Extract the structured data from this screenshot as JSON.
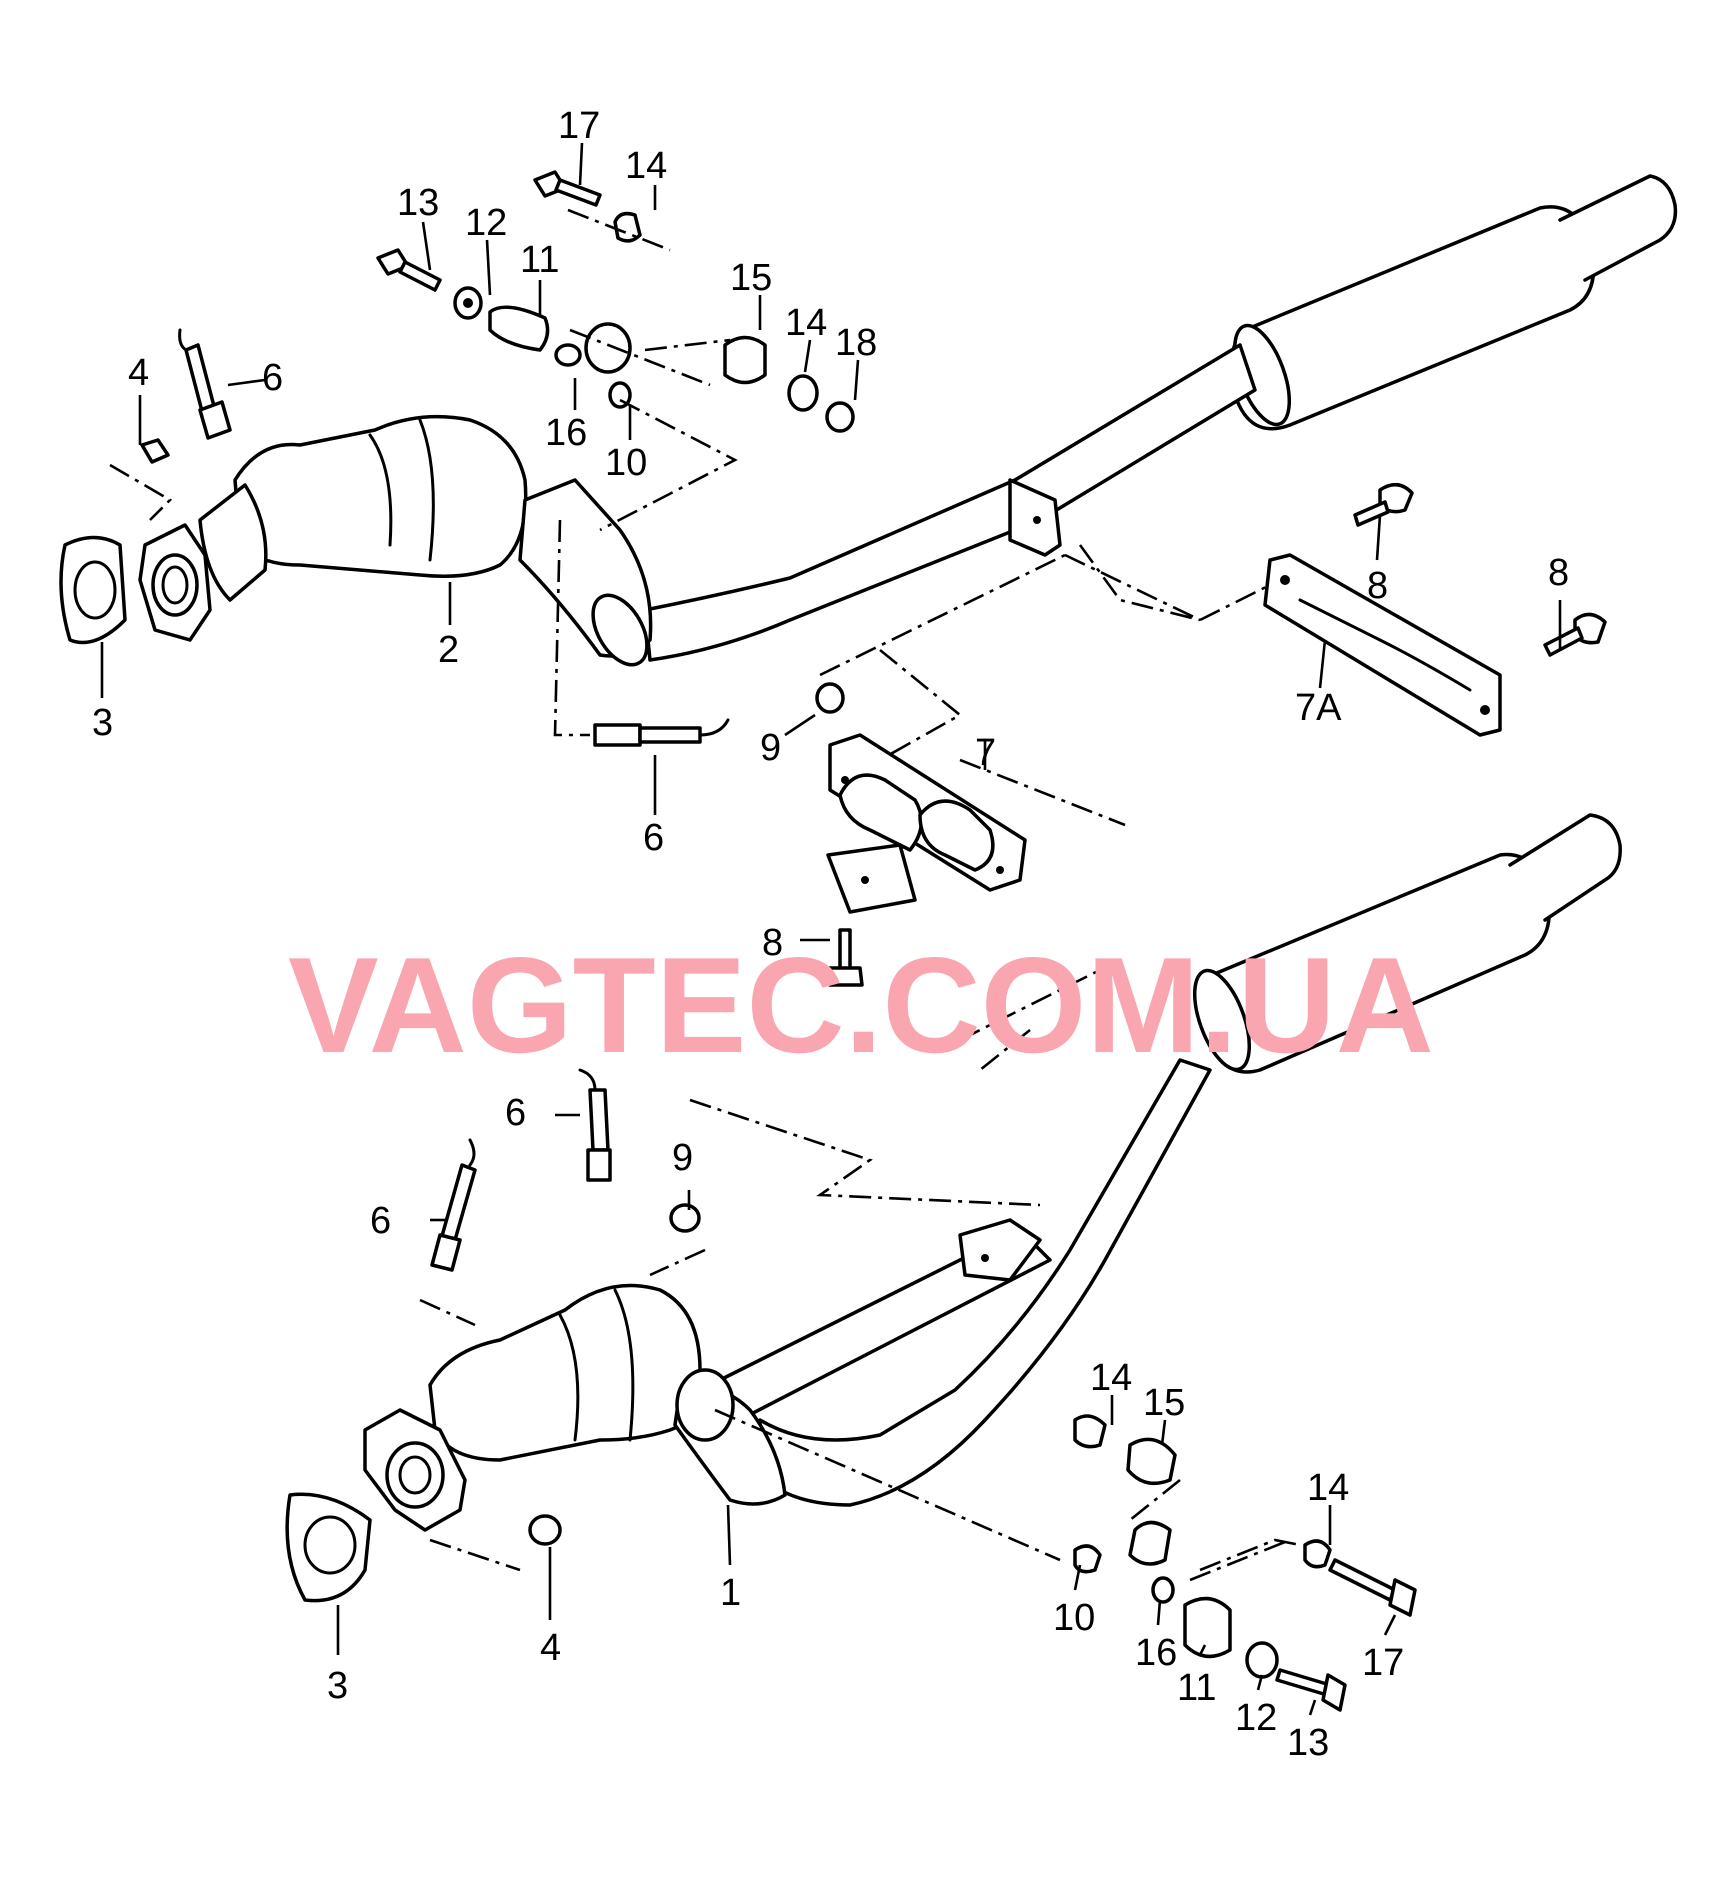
{
  "watermark": "VAGTEC.COM.UA",
  "watermark_color": "#f9a6b0",
  "callouts": {
    "upper_17": "17",
    "upper_14a": "14",
    "upper_13": "13",
    "upper_12": "12",
    "upper_11": "11",
    "upper_15": "15",
    "upper_14b": "14",
    "upper_18": "18",
    "upper_4": "4",
    "upper_6a": "6",
    "upper_16": "16",
    "upper_10": "10",
    "upper_3": "3",
    "upper_2": "2",
    "upper_6b": "6",
    "upper_9": "9",
    "bracket_7": "7",
    "bracket_7a": "7A",
    "bracket_8a": "8",
    "bracket_8b": "8",
    "bracket_8c": "8",
    "lower_6a": "6",
    "lower_6b": "6",
    "lower_9": "9",
    "lower_3": "3",
    "lower_4": "4",
    "lower_1": "1",
    "lower_14a": "14",
    "lower_15": "15",
    "lower_14b": "14",
    "lower_10": "10",
    "lower_16": "16",
    "lower_11": "11",
    "lower_12": "12",
    "lower_13": "13",
    "lower_17": "17"
  }
}
